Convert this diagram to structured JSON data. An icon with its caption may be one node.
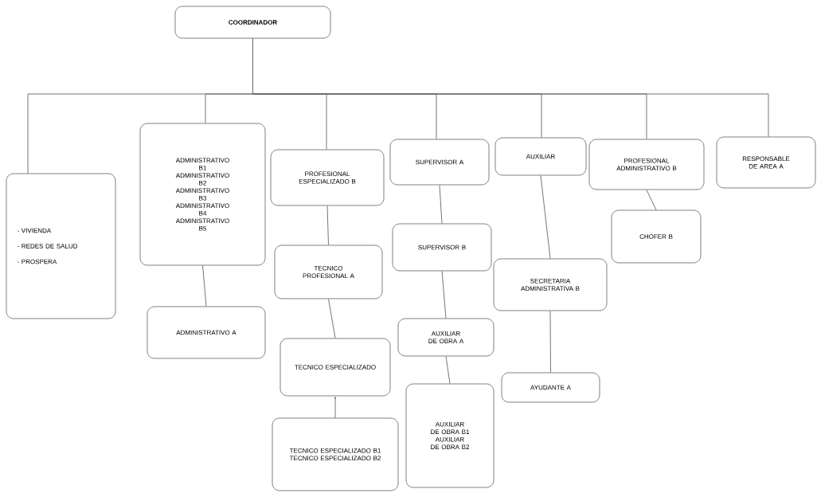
{
  "diagram": {
    "nodes": [
      {
        "text": [
          "COORDINADOR"
        ]
      },
      {
        "text": [
          "- VIVIENDA",
          "- REDES DE SALUD",
          "- PROSPERA"
        ]
      },
      {
        "text": [
          "ADMINISTRATIVO B1",
          "ADMINISTRATIVO B2",
          "ADMINISTRATIVO B3",
          "ADMINISTRATIVO B4",
          "ADMINISTRATIVO B5"
        ]
      },
      {
        "text": [
          "ADMINISTRATIVO A"
        ]
      },
      {
        "text": [
          "PROFESIONAL ESPECIALIZADO B"
        ]
      },
      {
        "text": [
          "TECNICO PROFESIONAL A"
        ]
      },
      {
        "text": [
          "TECNICO ESPECIALIZADO"
        ]
      },
      {
        "text": [
          "TECNICO ESPECIALIZADO B1",
          "TECNICO ESPECIALIZADO B2"
        ]
      },
      {
        "text": [
          "SUPERVISOR A"
        ]
      },
      {
        "text": [
          "SUPERVISOR B"
        ]
      },
      {
        "text": [
          "AUXILIAR DE OBRA A"
        ]
      },
      {
        "text": [
          "AUXILIAR DE OBRA B1",
          "AUXILIAR DE OBRA B2"
        ]
      },
      {
        "text": [
          "AUXILIAR"
        ]
      },
      {
        "text": [
          "SECRETARIA ADMINISTRATIVA B"
        ]
      },
      {
        "text": [
          "AYUDANTE A"
        ]
      },
      {
        "text": [
          "PROFESIONAL ADMINISTRATIVO B"
        ]
      },
      {
        "text": [
          "CHOFER B"
        ]
      },
      {
        "text": [
          "RESPONSABLE DE AREA A"
        ]
      }
    ],
    "edges": [
      {
        "from": 0,
        "to": 1,
        "arrow": "none"
      },
      {
        "from": 0,
        "to": 2,
        "arrow": "none"
      },
      {
        "from": 0,
        "to": 4,
        "arrow": "none"
      },
      {
        "from": 0,
        "to": 8,
        "arrow": "none"
      },
      {
        "from": 0,
        "to": 12,
        "arrow": "none"
      },
      {
        "from": 0,
        "to": 15,
        "arrow": "none"
      },
      {
        "from": 0,
        "to": 17,
        "arrow": "none"
      },
      {
        "from": 2,
        "to": 3,
        "arrow": "none"
      },
      {
        "from": 4,
        "to": 5,
        "arrow": "none"
      },
      {
        "from": 5,
        "to": 6,
        "arrow": "none"
      },
      {
        "from": 7,
        "to": 6,
        "arrow": "to"
      },
      {
        "from": 8,
        "to": 9,
        "arrow": "none"
      },
      {
        "from": 9,
        "to": 10,
        "arrow": "none"
      },
      {
        "from": 10,
        "to": 11,
        "arrow": "none"
      },
      {
        "from": 12,
        "to": 13,
        "arrow": "none"
      },
      {
        "from": 13,
        "to": 14,
        "arrow": "none"
      },
      {
        "from": 15,
        "to": 16,
        "arrow": "none"
      }
    ]
  }
}
